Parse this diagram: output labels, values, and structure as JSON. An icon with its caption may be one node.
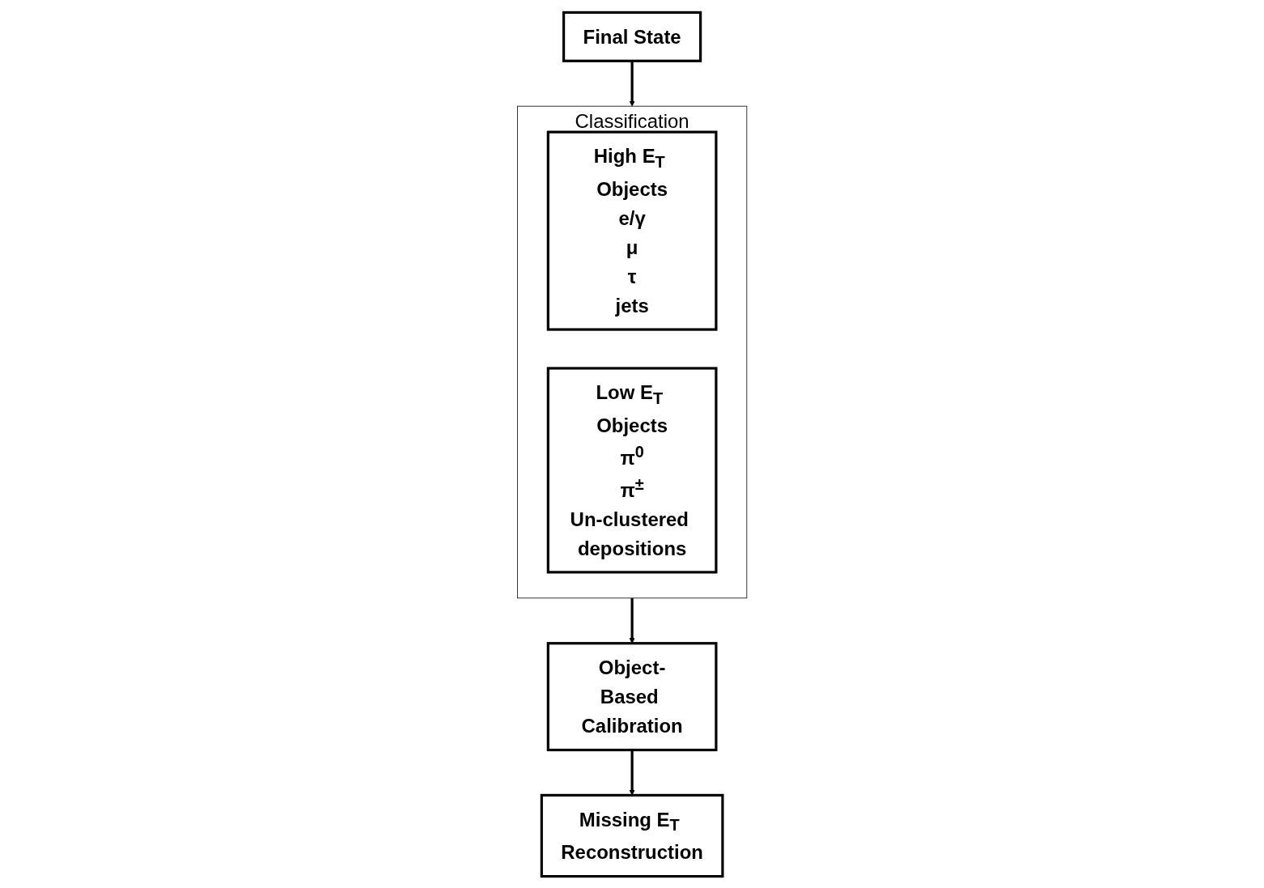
{
  "diagram": {
    "nodes": [
      {
        "text": [
          "Final State"
        ]
      },
      {
        "text": [
          "Classification"
        ]
      },
      {
        "text": [
          "High E$_{T}$ Objects",
          "e/γ",
          "μ",
          "τ",
          "jets"
        ],
        "in": 1
      },
      {
        "text": [
          "Low E$_{T}$ Objects",
          "π$^{0}$",
          "π$^{±}$",
          "Un-clustered depositions"
        ],
        "in": 1
      },
      {
        "text": [
          "Object-Based Calibration"
        ]
      },
      {
        "text": [
          "Missing E$_{T}$ Reconstruction"
        ]
      }
    ],
    "edges": [
      {
        "from": 0,
        "to": 1,
        "arrow": "to"
      },
      {
        "from": 1,
        "to": 4,
        "arrow": "to"
      },
      {
        "from": 4,
        "to": 5,
        "arrow": "to"
      }
    ]
  }
}
